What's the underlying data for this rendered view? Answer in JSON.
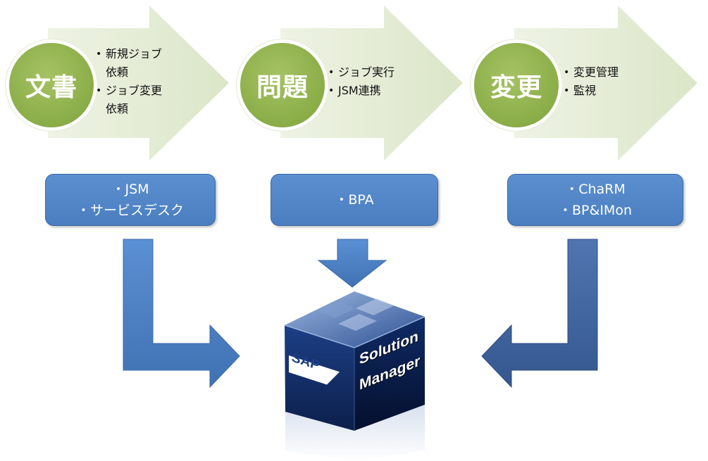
{
  "stages": [
    {
      "title": "文書",
      "items": [
        "新規ジョブ依頼",
        "ジョブ変更依頼"
      ]
    },
    {
      "title": "問題",
      "items": [
        "ジョブ実行",
        "JSM連携"
      ]
    },
    {
      "title": "変更",
      "items": [
        "変更管理",
        "監視"
      ]
    }
  ],
  "tools": [
    {
      "lines": [
        "JSM",
        "サービスデスク"
      ]
    },
    {
      "lines": [
        "BPA"
      ]
    },
    {
      "lines": [
        "ChaRM",
        "BP&IMon"
      ]
    }
  ],
  "product": {
    "brand": "SAP",
    "name_line1": "Solution",
    "name_line2": "Manager"
  },
  "colors": {
    "stage_circle": "#8caf4a",
    "stage_arrow": "#e3ebd3",
    "tool_box": "#4f86c6",
    "flow_arrow": "#4f83c4"
  }
}
